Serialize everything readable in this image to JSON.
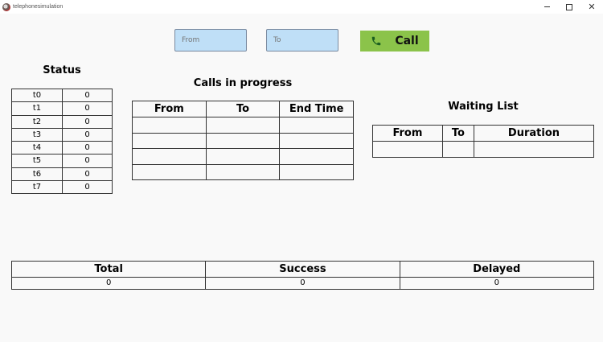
{
  "window": {
    "title": "telephonesimulation"
  },
  "inputs": {
    "from_placeholder": "From",
    "to_placeholder": "To"
  },
  "call_button": {
    "label": "Call",
    "color": "#8bc34a"
  },
  "status": {
    "title": "Status",
    "rows": [
      {
        "name": "t0",
        "value": "0"
      },
      {
        "name": "t1",
        "value": "0"
      },
      {
        "name": "t2",
        "value": "0"
      },
      {
        "name": "t3",
        "value": "0"
      },
      {
        "name": "t4",
        "value": "0"
      },
      {
        "name": "t5",
        "value": "0"
      },
      {
        "name": "t6",
        "value": "0"
      },
      {
        "name": "t7",
        "value": "0"
      }
    ]
  },
  "calls_in_progress": {
    "title": "Calls in progress",
    "columns": [
      "From",
      "To",
      "End Time"
    ],
    "row_count": 4
  },
  "waiting_list": {
    "title": "Waiting List",
    "columns": [
      "From",
      "To",
      "Duration"
    ],
    "row_count": 1
  },
  "summary": {
    "columns": [
      "Total",
      "Success",
      "Delayed"
    ],
    "values": [
      "0",
      "0",
      "0"
    ]
  }
}
